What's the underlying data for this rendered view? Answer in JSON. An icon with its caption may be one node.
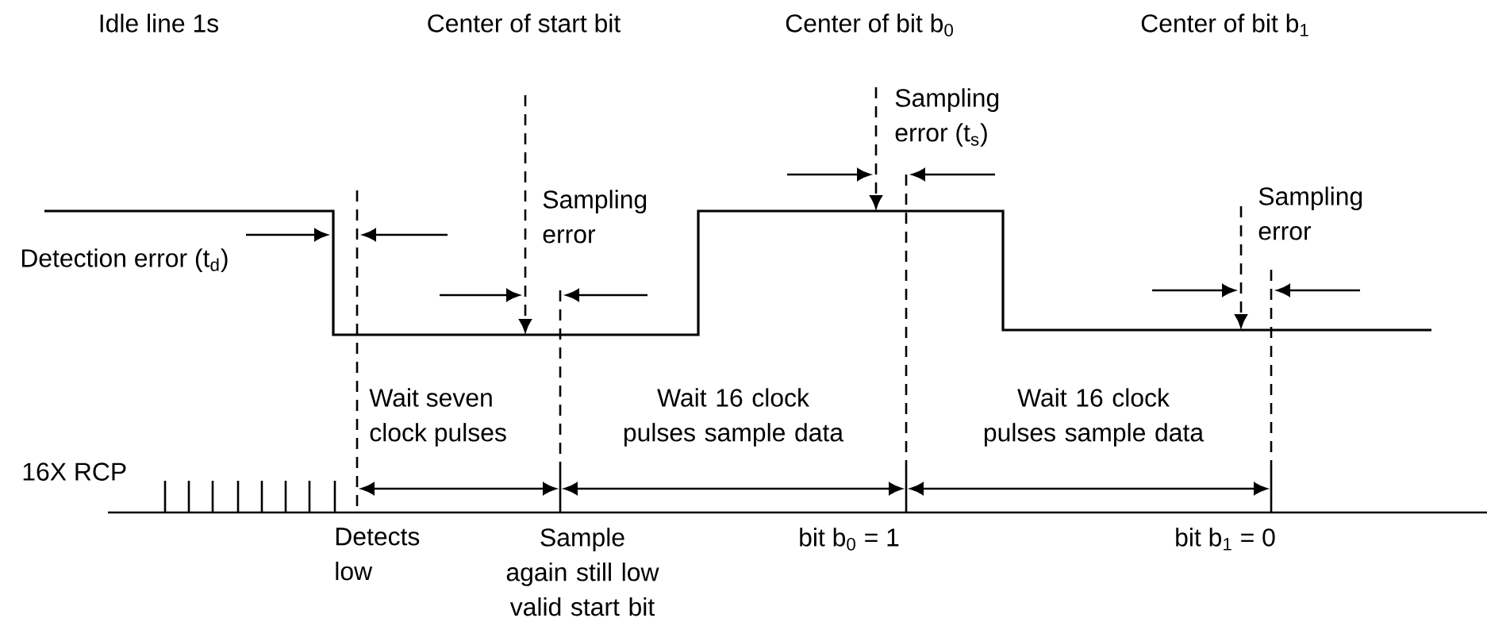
{
  "diagram": {
    "labels": [
      "Idle line 1s",
      "Center of start bit",
      "Center of bit b$_{0}$",
      "Center of bit b$_{1}$",
      "Sampling error (t$_{s}$)",
      "Sampling error",
      "Sampling error",
      "Detection error (t$_{d}$)",
      "Wait seven clock pulses",
      "Wait 16 clock pulses sample data",
      "Wait 16 clock pulses sample data",
      "16X RCP",
      "Detects low",
      "Sample again still low valid start bit",
      "bit b$_{0}$ = 1",
      "bit b$_{1}$ = 0"
    ]
  }
}
